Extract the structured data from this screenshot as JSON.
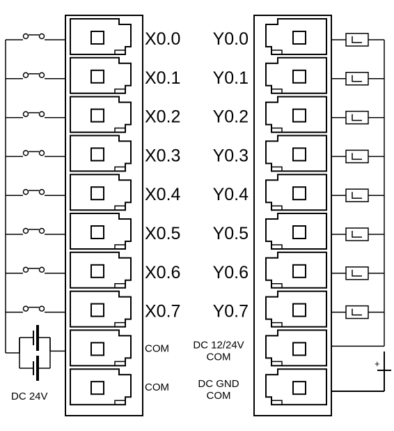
{
  "input_terminals": [
    "X0.0",
    "X0.1",
    "X0.2",
    "X0.3",
    "X0.4",
    "X0.5",
    "X0.6",
    "X0.7"
  ],
  "output_terminals": [
    "Y0.0",
    "Y0.1",
    "Y0.2",
    "Y0.3",
    "Y0.4",
    "Y0.5",
    "Y0.6",
    "Y0.7"
  ],
  "input_com_labels": [
    "COM",
    "COM"
  ],
  "output_com_labels": [
    {
      "line1": "DC 12/24V",
      "line2": "COM"
    },
    {
      "line1": "DC GND",
      "line2": "COM"
    }
  ],
  "input_supply_label": "DC 24V",
  "output_supply_polarity": "+",
  "colors": {
    "line": "#000000",
    "background": "#ffffff"
  }
}
